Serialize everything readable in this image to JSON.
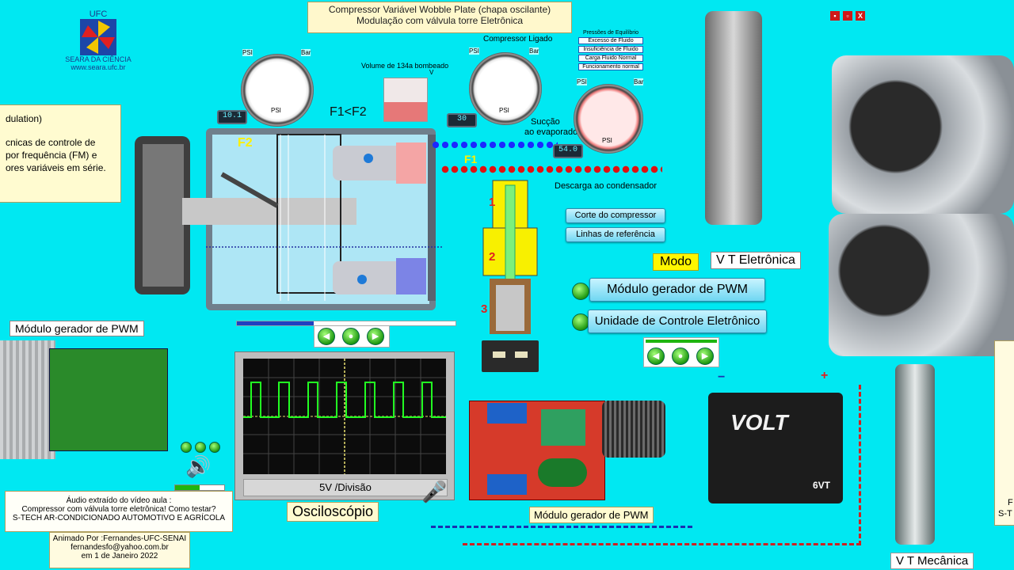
{
  "window_controls": {
    "minimize": "▪",
    "restore": "▫",
    "close": "X"
  },
  "logo": {
    "org": "UFC",
    "name": "SEARA DA CIÊNCIA",
    "url": "www.seara.ufc.br"
  },
  "title": {
    "line1": "Compressor Variável Wobble Plate  (chapa oscilante)",
    "line2": "Modulação com válvula torre Eletrônica"
  },
  "info_panel": {
    "heading": "dulation)",
    "line1": "cnicas de controle de",
    "line2": "por frequência (FM) e",
    "line3": "ores variáveis em série."
  },
  "gauges": {
    "left": {
      "psi": "PSI",
      "bar": "Bar",
      "unit": "PSI",
      "reading": "10.1"
    },
    "center": {
      "caption": "Compressor Ligado",
      "psi": "PSI",
      "bar": "Bar",
      "unit": "PSI",
      "reading": "30"
    },
    "right": {
      "psi": "PSI",
      "bar": "Bar",
      "unit": "PSI",
      "reading": "54.0"
    }
  },
  "pump_volume": {
    "label": "Volume de 134a bombeado",
    "axis": "V",
    "fill_fraction": 0.45
  },
  "pressure_menu": {
    "title": "Pressões de Equilíbrio",
    "items": [
      "Excesso de Fluido",
      "Insuficiência de Fluido",
      "Carga Fluido Normal",
      "Funcionamento normal"
    ]
  },
  "diagram": {
    "f1_f2": "F1<F2",
    "f2": "F2",
    "f1": "F1",
    "suction": "Sucção",
    "suction2": "ao evaporador",
    "discharge": "Descarga ao condensador",
    "valve_marks": [
      "1",
      "2",
      "3"
    ],
    "piston_progress": 0.35
  },
  "buttons": {
    "cut": "Corte do compressor",
    "lines": "Linhas de referência"
  },
  "mode": {
    "label": "Modo",
    "value": "V T Eletrônica"
  },
  "modules": {
    "pwm": "Módulo gerador de PWM",
    "ecu": "Unidade de Controle Eletrônico"
  },
  "pwm_module_title": "Módulo gerador de PWM",
  "oscilloscope": {
    "scale": "5V /Divisão",
    "label": "Osciloscópio"
  },
  "pwm_board_label": "Módulo gerador de PWM",
  "battery": {
    "brand": "VOLT",
    "model": "6VT",
    "plus": "+",
    "minus": "−"
  },
  "audio_credit": {
    "line1": "Áudio extraído do vídeo aula :",
    "line2": "Compressor com válvula torre eletrônica! Como testar?",
    "line3": "S-TECH AR-CONDICIONADO AUTOMOTIVO E AGRÍCOLA"
  },
  "author": {
    "line1": "Animado Por :Fernandes-UFC-SENAI",
    "line2": "fernandesfo@yahoo.com.br",
    "line3": "em 1 de Janeiro 2022"
  },
  "vt_mechanical": "V T Mecânica",
  "right_edge": {
    "line1": "F",
    "line2": "S-T"
  },
  "colors": {
    "background": "#00e8f2",
    "accent": "#2a8fb0",
    "green_button": "#1f9a12"
  }
}
